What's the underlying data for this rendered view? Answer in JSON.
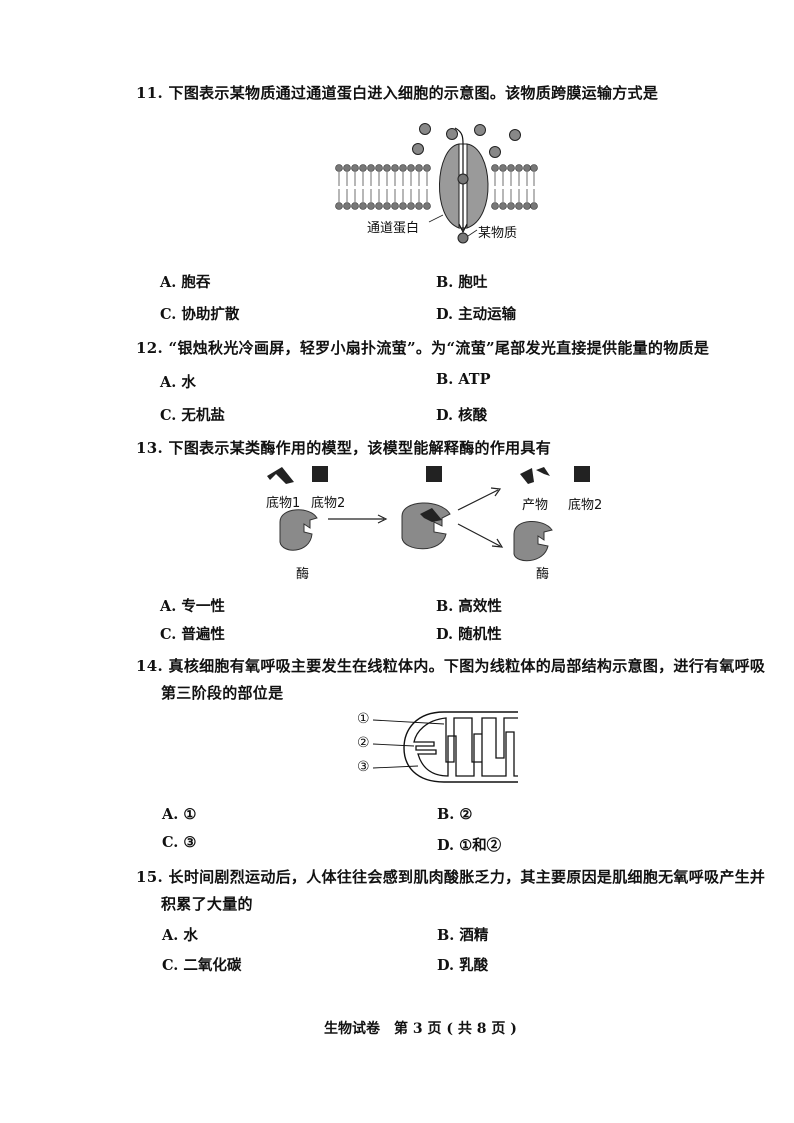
{
  "q11": {
    "stem": "11. 下图表示某物质通过通道蛋白进入细胞的示意图。该物质跨膜运输方式是",
    "fig_labels": {
      "channel_protein": "通道蛋白",
      "substance": "某物质"
    },
    "options": {
      "A": "A. 胞吞",
      "B": "B. 胞吐",
      "C": "C. 协助扩散",
      "D": "D. 主动运输"
    }
  },
  "q12": {
    "stem": "12. “银烛秋光冷画屏，轻罗小扇扑流萤”。为“流萤”尾部发光直接提供能量的物质是",
    "options": {
      "A": "A. 水",
      "B": "B. ATP",
      "C": "C. 无机盐",
      "D": "D. 核酸"
    }
  },
  "q13": {
    "stem": "13. 下图表示某类酶作用的模型，该模型能解释酶的作用具有",
    "fig_labels": {
      "substrate1": "底物1",
      "substrate2": "底物2",
      "product": "产物",
      "substrate2_right": "底物2",
      "enzyme_left": "酶",
      "enzyme_right": "酶"
    },
    "options": {
      "A": "A. 专一性",
      "B": "B. 高效性",
      "C": "C. 普遍性",
      "D": "D. 随机性"
    }
  },
  "q14": {
    "stem_line1": "14. 真核细胞有氧呼吸主要发生在线粒体内。下图为线粒体的局部结构示意图，进行有氧呼吸",
    "stem_line2": "第三阶段的部位是",
    "fig_labels": {
      "m1": "①",
      "m2": "②",
      "m3": "③"
    },
    "options": {
      "A": "A. ①",
      "B": "B. ②",
      "C": "C. ③",
      "D": "D. ①和②"
    }
  },
  "q15": {
    "stem_line1": "15. 长时间剧烈运动后，人体往往会感到肌肉酸胀乏力，其主要原因是肌细胞无氧呼吸产生并",
    "stem_line2": "积累了大量的",
    "options": {
      "A": "A. 水",
      "B": "B. 酒精",
      "C": "C. 二氧化碳",
      "D": "D. 乳酸"
    }
  },
  "footer": "生物试卷　第 3 页 ( 共 8 页 )"
}
